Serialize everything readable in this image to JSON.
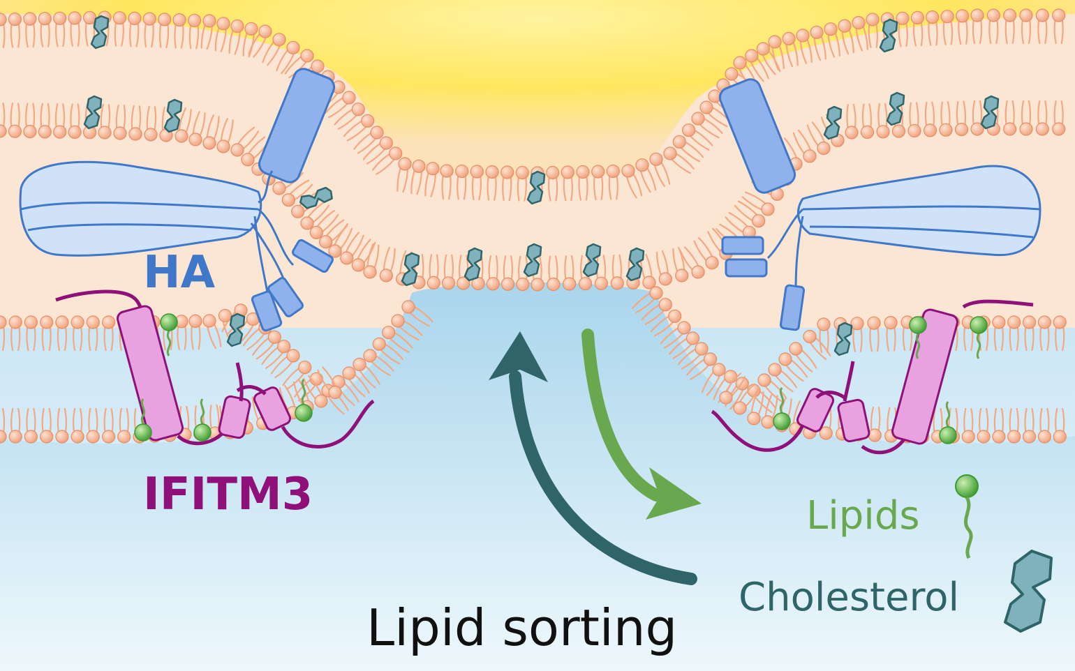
{
  "labels": {
    "ha": "HA",
    "ifitm3": "IFITM3",
    "lipids": "Lipids",
    "cholesterol": "Cholesterol",
    "lipid_sorting": "Lipid sorting"
  },
  "colors": {
    "ha_blue": "#3f78c9",
    "ifitm3_purple": "#8e1078",
    "lipid_green": "#6aa84f",
    "cholesterol_teal": "#2f6468",
    "cholesterol_fill": "#7fb2bd",
    "headgroup_orange": "#f6b48f",
    "top_yellow": "#ffe760",
    "bottom_blue": "#a9d5ec"
  },
  "icons": {
    "lipid_legend": "lipid-icon",
    "cholesterol_legend": "cholesterol-icon",
    "arrow_up": "curved-arrow-up-icon",
    "arrow_right": "curved-arrow-right-icon"
  }
}
